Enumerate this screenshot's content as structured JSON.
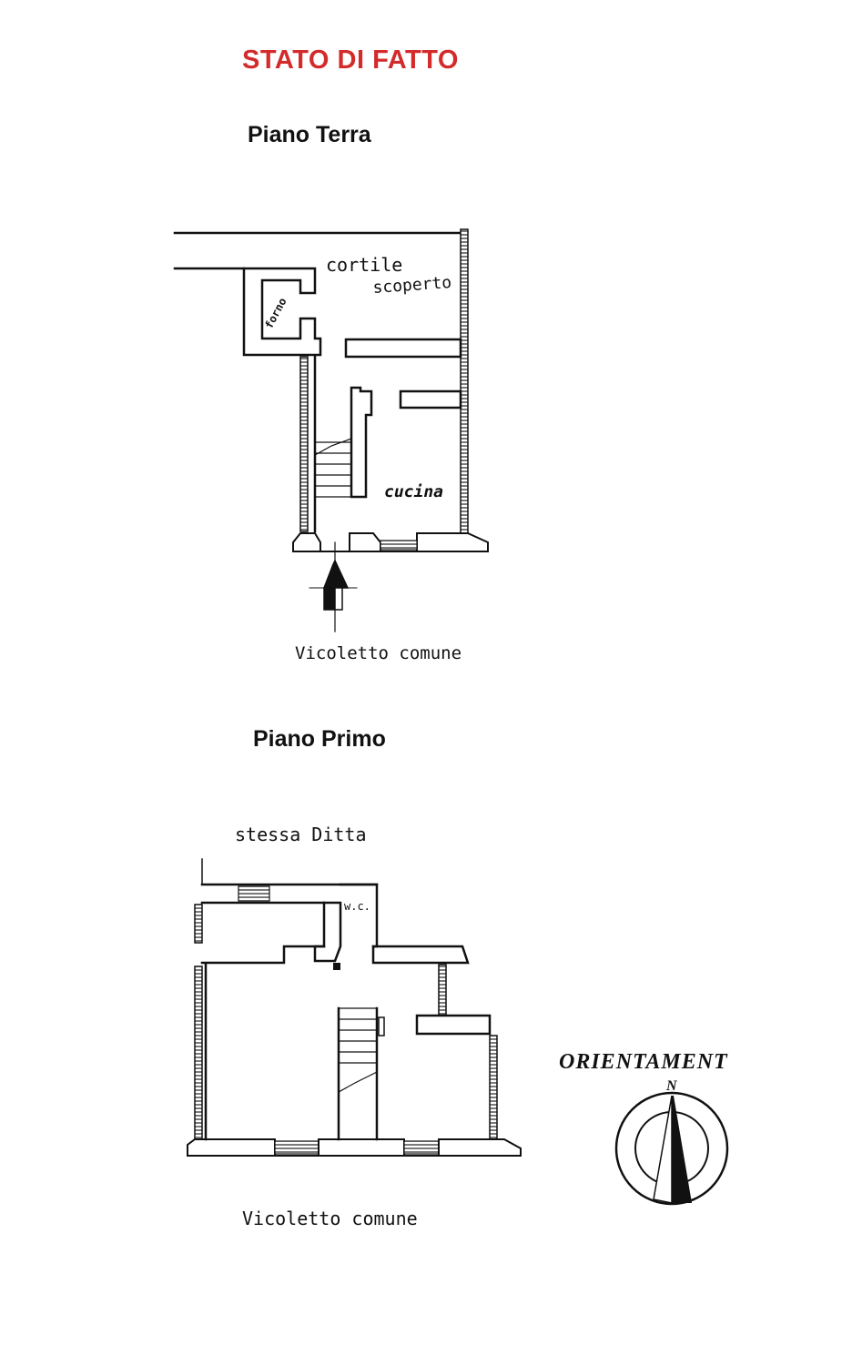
{
  "title": "STATO DI FATTO",
  "colors": {
    "title": "#d32b2b",
    "ink": "#111111"
  },
  "ground_floor": {
    "title": "Piano Terra",
    "labels": {
      "courtyard_line1": "cortile",
      "courtyard_line2": "scoperto",
      "oven": "forno",
      "kitchen": "cucina",
      "street": "Vicoletto comune"
    }
  },
  "first_floor": {
    "title": "Piano Primo",
    "labels": {
      "neighbour": "stessa Ditta",
      "wc": "w.c.",
      "street": "Vicoletto comune"
    }
  },
  "orientation": {
    "label": "ORIENTAMENT",
    "north_mark": "N"
  }
}
